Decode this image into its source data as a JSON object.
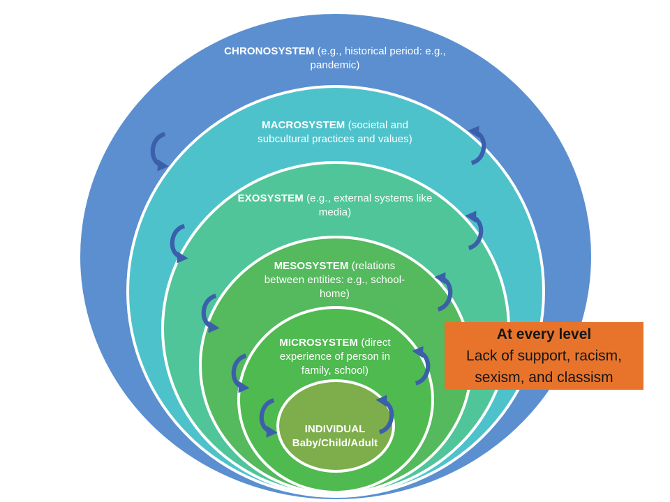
{
  "diagram": {
    "type": "nested-ecological-systems",
    "background": "#FFFFFF",
    "arrow_color": "#3B5FAA",
    "levels": [
      {
        "id": "chronosystem",
        "name": "CHRONOSYSTEM",
        "description": " (e.g., historical period: e.g., pandemic)",
        "color": "#5B8FD0"
      },
      {
        "id": "macrosystem",
        "name": "MACROSYSTEM",
        "description": " (societal and subcultural practices and values)",
        "color": "#4EC2CB"
      },
      {
        "id": "exosystem",
        "name": "EXOSYSTEM",
        "description": " (e.g., external systems like media)",
        "color": "#50C59A"
      },
      {
        "id": "mesosystem",
        "name": "MESOSYSTEM",
        "description": " (relations between entities: e.g., school-home)",
        "color": "#55B95D"
      },
      {
        "id": "microsystem",
        "name": "MICROSYSTEM",
        "description": " (direct experience of person in family, school)",
        "color": "#4FBA50"
      },
      {
        "id": "individual",
        "name": "INDIVIDUAL",
        "description": "Baby/Child/Adult",
        "color": "#7DAE4B"
      }
    ],
    "callout": {
      "title": "At every level",
      "body": "Lack of support, racism, sexism, and classism",
      "color": "#E8742C",
      "text_color": "#161616"
    }
  }
}
